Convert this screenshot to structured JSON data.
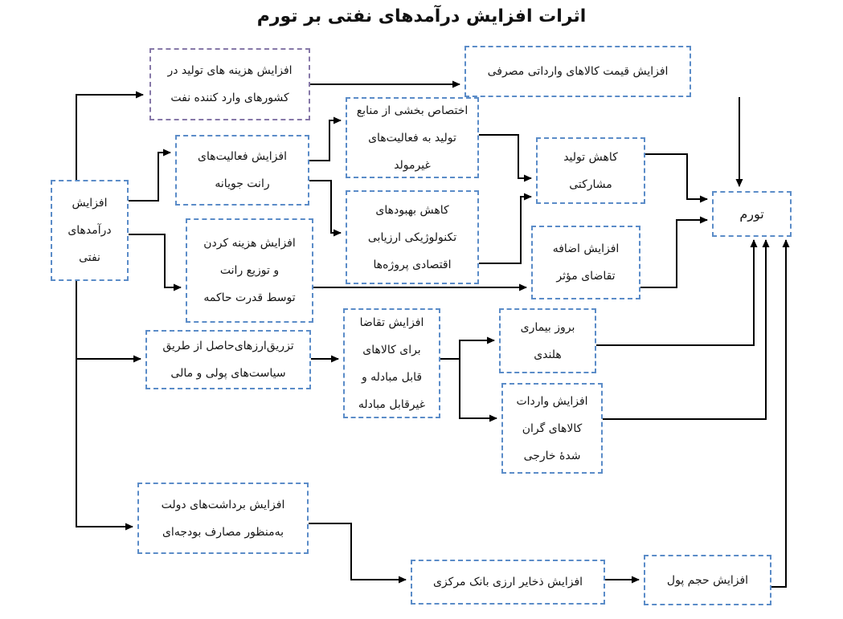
{
  "title": "اثرات افزایش درآمدهای نفتی بر تورم",
  "nodes": {
    "oil_revenues": {
      "label": "افزایش\nدرآمدهای\nنفتی"
    },
    "production_costs": {
      "label": "افزایش هزینه های تولید در\nکشورهای وارد کننده نفت"
    },
    "imported_goods_prices": {
      "label": "افزایش قیمت کالاهای وارداتی مصرفی"
    },
    "rent_seeking": {
      "label": "افزایش فعالیت‌های\nرانت جویانه"
    },
    "unproductive_allocation": {
      "label": "اختصاص بخشی از منابع\nتولید به فعالیت‌های غیرمولد"
    },
    "tech_improvements": {
      "label": "کاهش بهبودهای\nتکنولوژیکی ارزیابی\nاقتصادی پروژه‌ها"
    },
    "participatory_production": {
      "label": "کاهش تولید\nمشارکتی"
    },
    "inflation": {
      "label": "تورم"
    },
    "rent_distribution": {
      "label": "افزایش هزینه کردن\nو توزیع رانت\nتوسط قدرت حاکمه"
    },
    "excess_demand": {
      "label": "افزایش اضافه\nتقاضای مؤثر"
    },
    "currency_injection": {
      "label": "تزریق‌ارزهای‌حاصل از طریق\nسیاست‌های پولی و مالی"
    },
    "tradable_demand": {
      "label": "افزایش تقاضا\nبرای کالاهای\nقابل مبادله و\nغیرقابل مبادله"
    },
    "dutch_disease": {
      "label": "بروز بیماری\nهلندی"
    },
    "expensive_imports": {
      "label": "افزایش واردات\nکالاهای گران\nشدهٔ خارجی"
    },
    "government_withdrawals": {
      "label": "افزایش برداشت‌های دولت\nبه‌منظور مصارف بودجه‌ای"
    },
    "fx_reserves": {
      "label": "افزایش ذخایر ارزی بانک مرکزی"
    },
    "money_supply": {
      "label": "افزایش حجم پول"
    }
  },
  "colors": {
    "box_border": "#5b8cc8",
    "purple_border": "#8678a8",
    "arrow": "#000000"
  }
}
